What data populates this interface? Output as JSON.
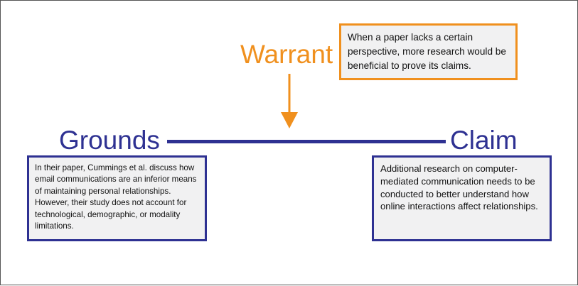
{
  "diagram": {
    "warrant": {
      "label": "Warrant",
      "text": "When a paper lacks a certain perspective, more research would be beneficial to prove its claims."
    },
    "grounds": {
      "label": "Grounds",
      "text": "In their paper, Cummings et al.  discuss how email communications are an inferior means of maintaining personal relationships. However, their study does not account for technological, demographic, or modality limitations."
    },
    "claim": {
      "label": "Claim",
      "text": "Additional research on computer-mediated communication needs to be conducted to better understand how online interactions affect relationships."
    }
  },
  "colors": {
    "warrant_orange": "#f0901e",
    "navy": "#2e3192",
    "box_fill": "#f1f1f2",
    "frame_border": "#555555"
  }
}
